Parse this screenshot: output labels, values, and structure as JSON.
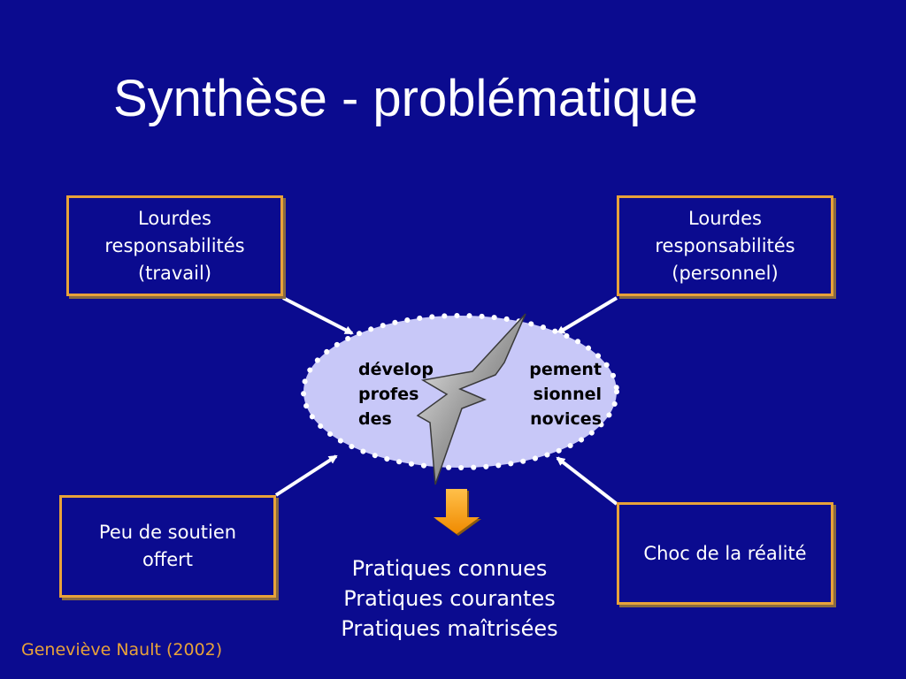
{
  "title": "Synthèse - problématique",
  "boxes": {
    "top_left": {
      "lines": [
        "Lourdes",
        "responsabilités",
        "(travail)"
      ]
    },
    "top_right": {
      "lines": [
        "Lourdes",
        "responsabilités",
        "(personnel)"
      ]
    },
    "bottom_left": {
      "lines": [
        "Peu de soutien",
        "offert"
      ]
    },
    "bottom_right": {
      "lines": [
        "Choc de la réalité"
      ]
    }
  },
  "center": {
    "left_lines": [
      "dévelop",
      "profes",
      "des"
    ],
    "right_lines": [
      "pement",
      "sionnel",
      "novices"
    ]
  },
  "outcomes": [
    "Pratiques connues",
    "Pratiques courantes",
    "Pratiques maîtrisées"
  ],
  "credit": "Geneviève Nault (2002)",
  "colors": {
    "background": "#0b0b8f",
    "box_border": "#e8a23a",
    "ellipse_fill": "#c8c8f8",
    "arrow_down": "#f7a51d",
    "credit_text": "#e8a23a"
  },
  "icons": {
    "down_arrow": "down-arrow-icon",
    "lightning": "lightning-bolt-icon"
  }
}
